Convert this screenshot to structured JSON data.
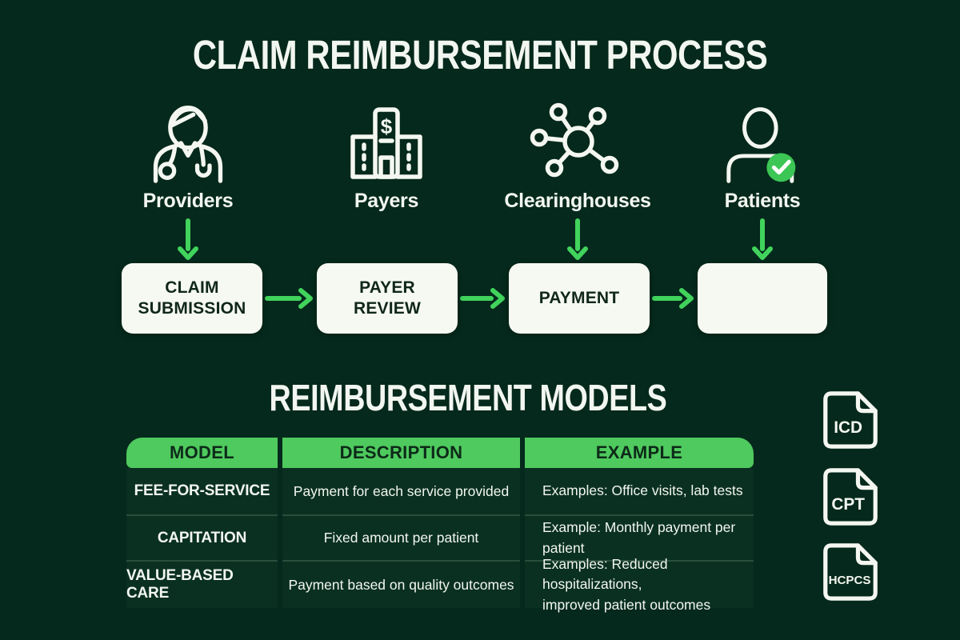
{
  "titles": {
    "main": "CLAIM REIMBURSEMENT PROCESS",
    "section": "REIMBURSEMENT MODELS"
  },
  "actors": [
    {
      "name": "Providers",
      "icon": "doctor-icon"
    },
    {
      "name": "Payers",
      "icon": "hospital-building-icon"
    },
    {
      "name": "Clearinghouses",
      "icon": "network-hub-icon"
    },
    {
      "name": "Patients",
      "icon": "person-check-icon"
    }
  ],
  "flow_steps": [
    {
      "line1": "CLAIM",
      "line2": "SUBMISSION"
    },
    {
      "line1": "PAYER",
      "line2": "REVIEW"
    },
    {
      "line1": "PAYMENT",
      "line2": ""
    },
    {
      "line1": "",
      "line2": ""
    }
  ],
  "table": {
    "headers": [
      "MODEL",
      "DESCRIPTION",
      "EXAMPLE"
    ],
    "rows": [
      {
        "model": "FEE-FOR-SERVICE",
        "description": "Payment for each service provided",
        "example": "Examples: Office visits, lab tests"
      },
      {
        "model": "CAPITATION",
        "description": "Fixed amount per patient",
        "example": "Example: Monthly payment per patient"
      },
      {
        "model": "VALUE-BASED CARE",
        "description": "Payment based on quality outcomes",
        "example": "Examples: Reduced hospitalizations,\nimproved patient outcomes"
      }
    ]
  },
  "code_badges": [
    "ICD",
    "CPT",
    "HCPCS"
  ],
  "icons": {
    "code_badge": "document-icon",
    "patients_status": "check-circle-icon"
  },
  "colors": {
    "background": "#05291c",
    "panel": "#0a3021",
    "card": "#f6f9f2",
    "arrow": "#41d35c",
    "header_green": "#4fca5e",
    "check_green": "#3cc655",
    "separator": "#2a4e3c",
    "text_light": "#f2f6f1",
    "text_dark": "#10271a"
  }
}
